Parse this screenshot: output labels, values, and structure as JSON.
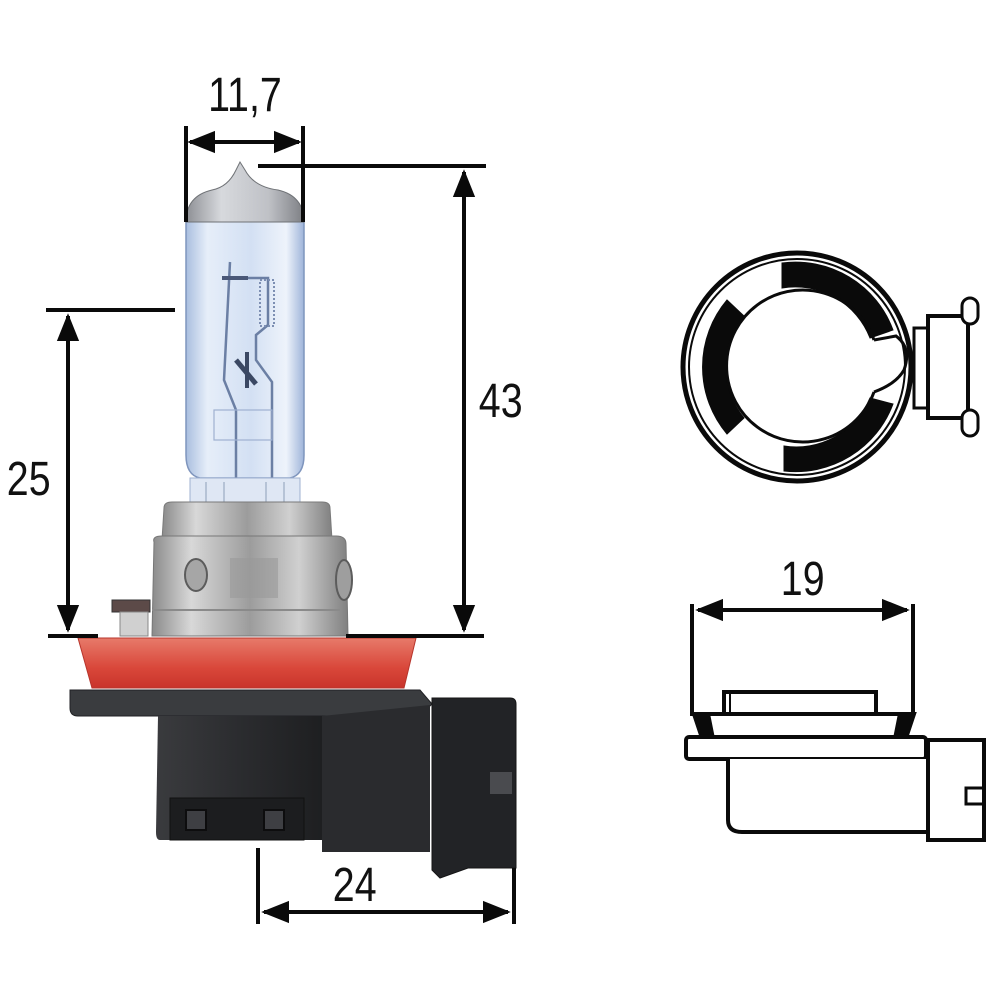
{
  "drawing": {
    "subject": "halogen bulb dimension drawing",
    "units": "mm",
    "dimensions": {
      "glass_width": "11,7",
      "overall_height": "43",
      "light_center_height": "25",
      "connector_width": "24",
      "top_view_width": "19"
    },
    "views": [
      "photo-side-view",
      "top-view-outline",
      "side-view-outline"
    ]
  },
  "colors": {
    "line": "#0a0a0a",
    "glass": "#d9e4f4",
    "glass_tint": "#b9cce8",
    "metal": "#b8b8b8",
    "flange_red": "#d8453a",
    "base_black": "#2e2f32"
  }
}
